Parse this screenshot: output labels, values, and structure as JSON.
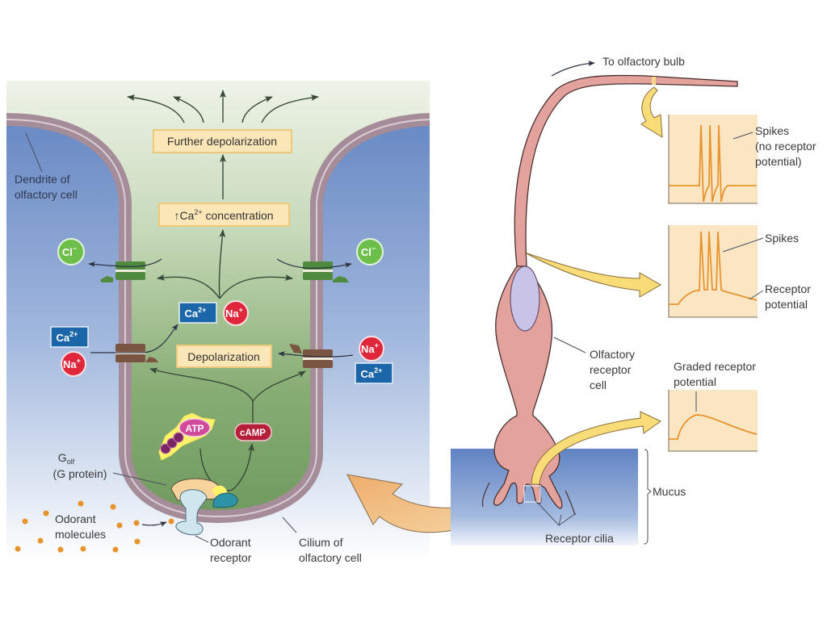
{
  "title": "Olfactory signal transduction",
  "colors": {
    "intracellular_green": "#7da56a",
    "extracellular_blue": "#6d8dc4",
    "membrane": "#a8909c",
    "callout_box": "#fbe6b8",
    "callout_border": "#efc97a",
    "cl_ion": "#6cbf4a",
    "na_ion": "#e0263b",
    "ca_ion": "#1b66a8",
    "atp": "#d24a9c",
    "camp": "#b51f3a",
    "neuron": "#e3a29b",
    "nucleus": "#c9c3e8",
    "trace": "#e8942e",
    "graph_bg": "#fbe6c4",
    "odorant": "#e8942e",
    "arrow_tan": "#f2be84",
    "arrow_yellow": "#f8dc78",
    "mucus": "#7c9fd2"
  },
  "left_panel": {
    "boxes": {
      "further_depolarization": "Further depolarization",
      "ca_concentration_prefix": "↑",
      "ca_concentration_ion": "Ca",
      "ca_concentration_charge": "2+",
      "ca_concentration_suffix": " concentration",
      "depolarization": "Depolarization"
    },
    "ions": {
      "cl": {
        "symbol": "Cl",
        "charge": "−"
      },
      "na": {
        "symbol": "Na",
        "charge": "+"
      },
      "ca": {
        "symbol": "Ca",
        "charge": "2+"
      }
    },
    "molecules": {
      "atp": "ATP",
      "camp": "cAMP"
    },
    "labels": {
      "dendrite": [
        "Dendrite of",
        "olfactory cell"
      ],
      "golf_main": "G",
      "golf_sub": "olf",
      "golf_note": "(G protein)",
      "odorant_molecules": [
        "Odorant",
        "molecules"
      ],
      "odorant_receptor": [
        "Odorant",
        "receptor"
      ],
      "cilium": [
        "Cilium of",
        "olfactory cell"
      ]
    }
  },
  "right_panel": {
    "labels": {
      "to_bulb": "To olfactory bulb",
      "spikes_no_rp": [
        "Spikes",
        "(no receptor",
        "potential)"
      ],
      "spikes": "Spikes",
      "receptor_potential": [
        "Receptor",
        "potential"
      ],
      "olfactory_receptor_cell": [
        "Olfactory",
        "receptor",
        "cell"
      ],
      "graded_receptor_potential": [
        "Graded receptor",
        "potential"
      ],
      "mucus": "Mucus",
      "receptor_cilia": "Receptor cilia"
    }
  }
}
